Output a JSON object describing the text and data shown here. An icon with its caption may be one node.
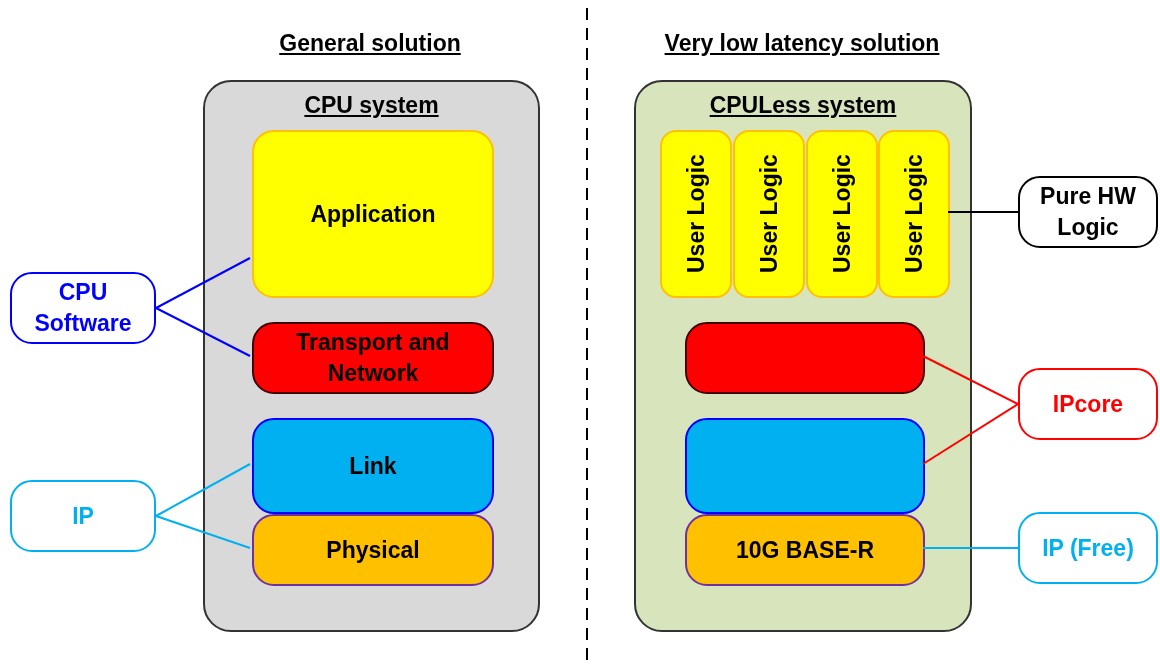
{
  "diagram": {
    "nodes": [
      {
        "text": [
          "CPU system"
        ]
      },
      {
        "text": [
          "Application"
        ],
        "in": 0
      },
      {
        "text": [
          "Transport and Network"
        ],
        "in": 0
      },
      {
        "text": [
          "Link"
        ],
        "in": 0
      },
      {
        "text": [
          "Physical"
        ],
        "in": 0
      },
      {
        "text": [
          "CPU Software"
        ]
      },
      {
        "text": [
          "IP"
        ]
      },
      {
        "text": [
          "CPULess system"
        ]
      },
      {
        "text": [
          "User Logic"
        ],
        "in": 7
      },
      {
        "text": [
          "User Logic"
        ],
        "in": 7
      },
      {
        "text": [
          "User Logic"
        ],
        "in": 7
      },
      {
        "text": [
          "User Logic"
        ],
        "in": 7
      },
      {
        "text": [],
        "shape": "box",
        "in": 7
      },
      {
        "text": [],
        "shape": "box",
        "in": 7
      },
      {
        "text": [
          "10G BASE-R"
        ],
        "in": 7
      },
      {
        "text": [
          "Pure HW Logic"
        ]
      },
      {
        "text": [
          "IPcore"
        ]
      },
      {
        "text": [
          "IP (Free)"
        ]
      }
    ],
    "edges": [
      {
        "from": 5,
        "to": 1,
        "arrow": "none",
        "color": "#0000ff"
      },
      {
        "from": 5,
        "to": 2,
        "arrow": "none",
        "color": "#0000ff"
      },
      {
        "from": 6,
        "to": 3,
        "arrow": "none"
      },
      {
        "from": 6,
        "to": 4,
        "arrow": "none"
      },
      {
        "from": 15,
        "to": 11,
        "arrow": "none",
        "color": "#000000"
      },
      {
        "from": 16,
        "to": 12,
        "arrow": "none",
        "color": "#ff0000"
      },
      {
        "from": 16,
        "to": 13,
        "arrow": "none",
        "color": "#ff0000"
      },
      {
        "from": 17,
        "to": 14,
        "arrow": "none"
      }
    ],
    "labels": [
      "General solution",
      "Very low latency solution"
    ]
  }
}
